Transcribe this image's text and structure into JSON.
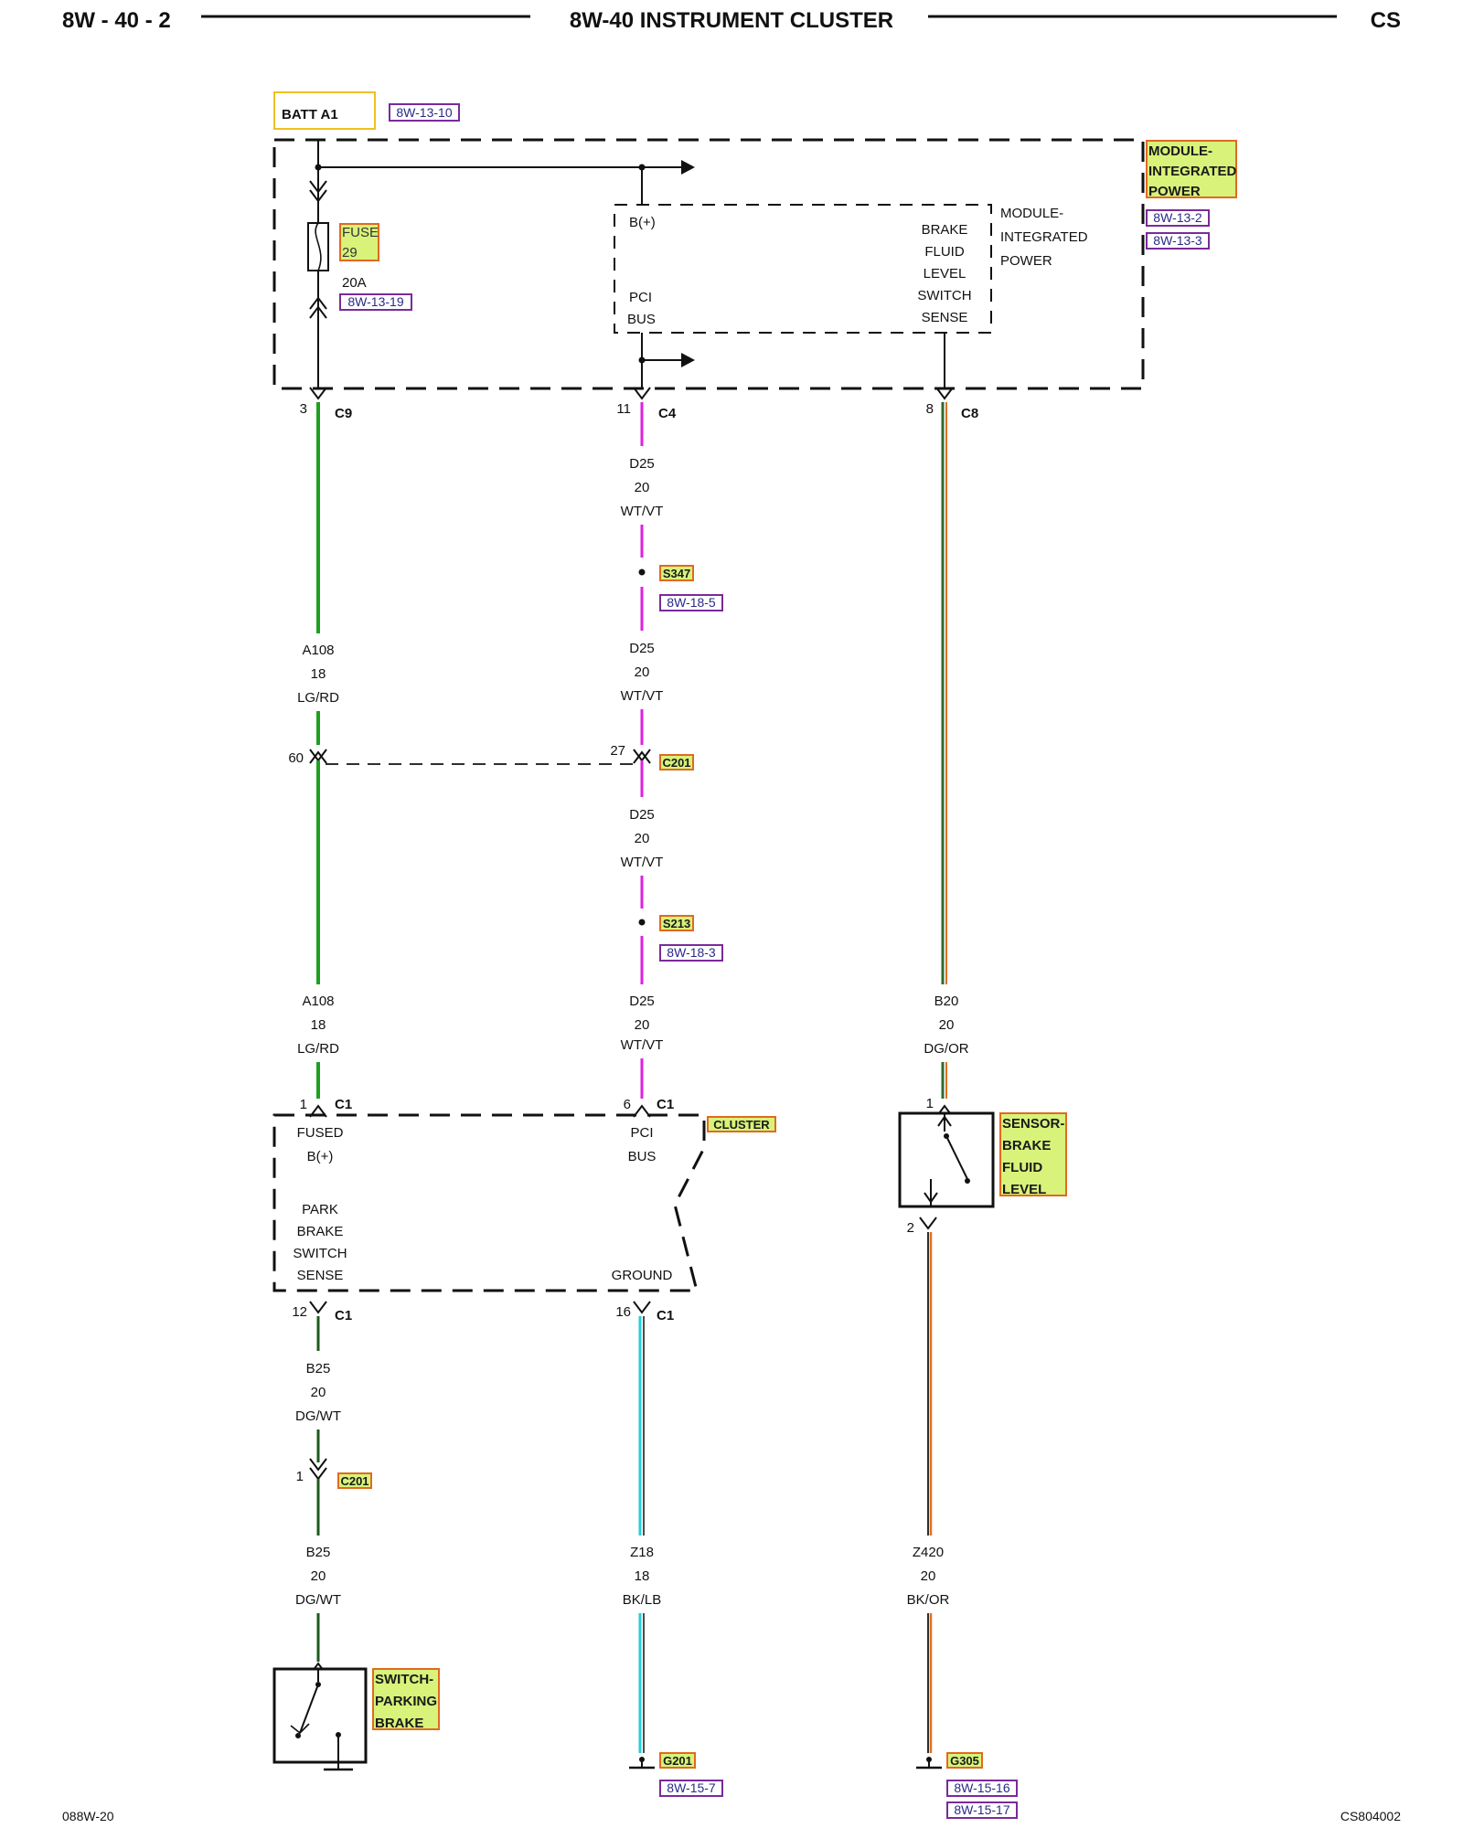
{
  "header": {
    "left": "8W - 40 - 2",
    "center": "8W-40 INSTRUMENT CLUSTER",
    "right": "CS"
  },
  "footer": {
    "left": "088W-20",
    "right": "CS804002"
  },
  "colors": {
    "green_wire": "#1ea01e",
    "pink_wire": "#e020e0",
    "dg_or_wire": "#2f6a2a",
    "dark_green_wire": "#1e5a1e",
    "cyan_wire": "#22cfd8",
    "orange_wire": "#e07020",
    "label_highlight": "#d8f27a",
    "label_border": "#e06a20",
    "ref_border": "#7a2a9a"
  },
  "top": {
    "batt": "BATT A1",
    "batt_ref": "8W-13-10",
    "module_label": [
      "MODULE-",
      "INTEGRATED",
      "POWER"
    ],
    "module_refs": [
      "8W-13-2",
      "8W-13-3"
    ],
    "fuse_label": [
      "FUSE",
      "29"
    ],
    "fuse_rating": "20A",
    "fuse_ref": "8W-13-19",
    "inner_bplus": "B(+)",
    "inner_pci": [
      "PCI",
      "BUS"
    ],
    "inner_brake": [
      "BRAKE",
      "FLUID",
      "LEVEL",
      "SWITCH",
      "SENSE"
    ],
    "inner_module": [
      "MODULE-",
      "INTEGRATED",
      "POWER"
    ]
  },
  "connectors": {
    "c9_pin": "3",
    "c9": "C9",
    "c4_pin": "11",
    "c4": "C4",
    "c8_pin": "8",
    "c8": "C8",
    "c201_left_pin": "60",
    "c201_mid_pin": "27",
    "c201": "C201",
    "cl_fused_pin": "1",
    "cl_c1": "C1",
    "cl_pci_pin": "6",
    "cl_park_pin": "12",
    "cl_gnd_pin": "16",
    "sensor_pin1": "1",
    "sensor_pin2": "2",
    "c201_b25_pin": "1"
  },
  "wires": {
    "d25_1": [
      "D25",
      "20",
      "WT/VT"
    ],
    "s347": "S347",
    "s347_ref": "8W-18-5",
    "d25_2": [
      "D25",
      "20",
      "WT/VT"
    ],
    "d25_3": [
      "D25",
      "20",
      "WT/VT"
    ],
    "s213": "S213",
    "s213_ref": "8W-18-3",
    "d25_4": [
      "D25",
      "20",
      "WT/VT"
    ],
    "a108_1": [
      "A108",
      "18",
      "LG/RD"
    ],
    "a108_2": [
      "A108",
      "18",
      "LG/RD"
    ],
    "b20": [
      "B20",
      "20",
      "DG/OR"
    ],
    "b25_1": [
      "B25",
      "20",
      "DG/WT"
    ],
    "b25_2": [
      "B25",
      "20",
      "DG/WT"
    ],
    "z18": [
      "Z18",
      "18",
      "BK/LB"
    ],
    "z420": [
      "Z420",
      "20",
      "BK/OR"
    ]
  },
  "cluster": {
    "label": "CLUSTER",
    "fused": [
      "FUSED",
      "B(+)"
    ],
    "pci": [
      "PCI",
      "BUS"
    ],
    "park": [
      "PARK",
      "BRAKE",
      "SWITCH",
      "SENSE"
    ],
    "ground": "GROUND"
  },
  "sensor": {
    "label": [
      "SENSOR-",
      "BRAKE",
      "FLUID",
      "LEVEL"
    ]
  },
  "switch_park": {
    "label": [
      "SWITCH-",
      "PARKING",
      "BRAKE"
    ]
  },
  "grounds": {
    "g201": "G201",
    "g201_ref": "8W-15-7",
    "g305": "G305",
    "g305_refs": [
      "8W-15-16",
      "8W-15-17"
    ]
  }
}
